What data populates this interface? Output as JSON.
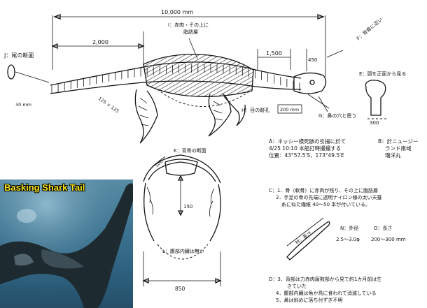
{
  "diagram": {
    "dim_total": "10,000 mm",
    "dim_left": "2,000",
    "dim_right": "1,500",
    "dim_right_small": "450",
    "dim_small_left": "30 mm",
    "dim_angle": "125 × 125",
    "dim_hole": "200 mm",
    "dim_cross_width": "850",
    "dim_cross_top": "100",
    "dim_cross_inner": "150",
    "dim_e": "300",
    "label_i": "I：赤肉・その上に\n脂肪層",
    "label_j": "J：尾の断面",
    "label_f": "F：背骨に近い",
    "label_e": "E：頭を正面から見る",
    "label_h": "H：目の跡孔",
    "label_g": "G：鼻の穴と思う",
    "label_k": "K：背骨の断面",
    "label_l": "L：腹部内臓は無い",
    "label_m": "M：長さ",
    "label_n": "N：外径",
    "label_o": "O：長さ",
    "value_n": "2.5～3.0φ",
    "value_o": "200～300 mm"
  },
  "notes": {
    "a_line1": "A：ネッシー様死骸の引揚に於て",
    "a_line2": "4/25 10:10 本船打時撮撮する",
    "a_line3": "位置：43°57.5′S，173°49.5′E",
    "b_line1": "B：於ニュージー",
    "b_line2": "ランド南域",
    "b_line3": "瑞洋丸",
    "c_line1": "C：1．骨（軟骨）に赤肉が残り、その上に脂肪層",
    "c_line2": "2．手足の骨の先端に透明ナイロン様の太い天蚕",
    "c_line3": "糸に似た繊維 40～50 本が付いている。",
    "d_line1": "D：3．背部は力赤肉腐敗部から見て約1カ月前は生",
    "d_line2": "きていた",
    "d_line3": "4．腹部内臓は魚か鳥に食われて消滅している",
    "d_line4": "5．鼻は斜めに落ち付ずぎ不明"
  },
  "photo": {
    "title": "Basking Shark Tail"
  }
}
